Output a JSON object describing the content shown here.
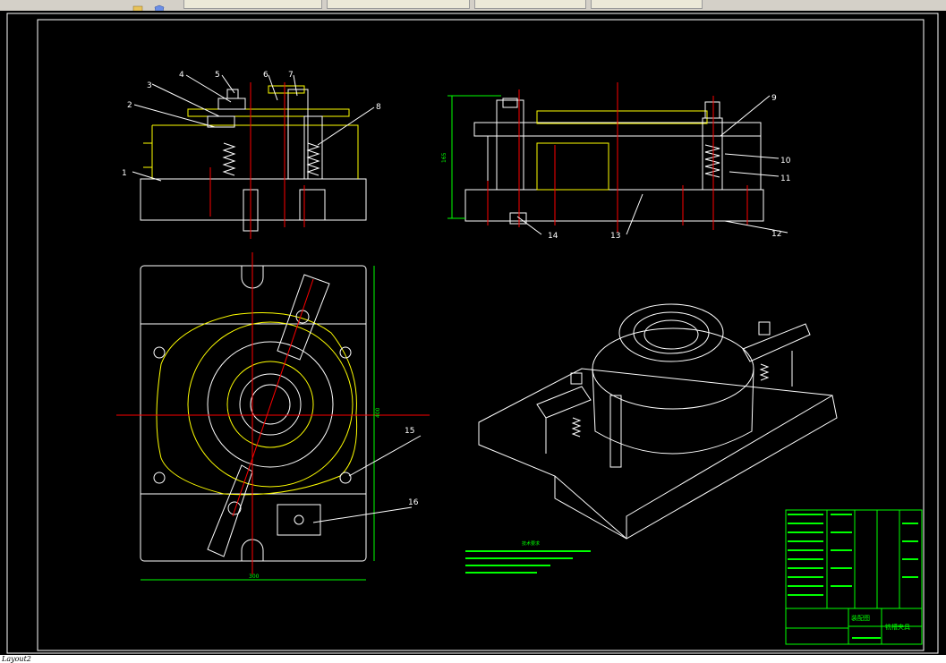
{
  "toolbar": {
    "tabs": [
      "",
      "",
      "",
      ""
    ]
  },
  "status": {
    "layout_tab": "Layout2"
  },
  "drawing": {
    "balloons": [
      "1",
      "2",
      "3",
      "4",
      "5",
      "6",
      "7",
      "8",
      "9",
      "10",
      "11",
      "12",
      "13",
      "14",
      "15",
      "16"
    ],
    "dimensions": {
      "height": "165",
      "width_bottom": "300",
      "height_side": "400"
    },
    "title_block": {
      "drawing_name": "装配图",
      "part_name": "铣槽夹具"
    },
    "tech_notes_title": "技术要求"
  },
  "colors": {
    "background": "#000000",
    "outline": "#ffffff",
    "centerline": "#ff0000",
    "hidden": "#ffff00",
    "annotation": "#00ff00"
  }
}
